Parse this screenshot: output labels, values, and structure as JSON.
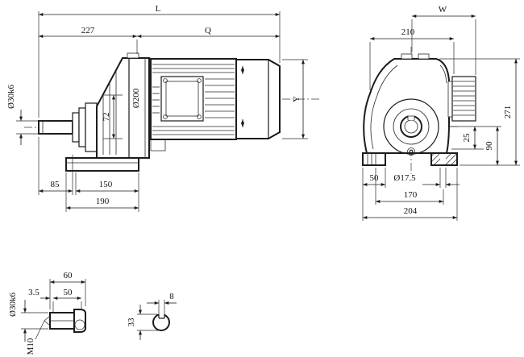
{
  "drawing": {
    "front": {
      "L": "L",
      "d227": "227",
      "Q": "Q",
      "shaft_dia": "Ø30k6",
      "d72": "72",
      "flange_dia": "Ø200",
      "Y": "Y",
      "d85": "85",
      "d150": "150",
      "d190": "190"
    },
    "side": {
      "W": "W",
      "d210": "210",
      "d271": "271",
      "d25": "25",
      "d90": "90",
      "d50": "50",
      "hole_dia": "Ø17.5",
      "d170": "170",
      "d204": "204"
    },
    "shaft_detail": {
      "d60": "60",
      "d3_5": "3.5",
      "d50": "50",
      "dia": "Ø30k6",
      "thread": "M10"
    },
    "key_section": {
      "d8": "8",
      "d33": "33"
    }
  },
  "colors": {
    "line": "#1c1c1c",
    "background": "#ffffff"
  }
}
